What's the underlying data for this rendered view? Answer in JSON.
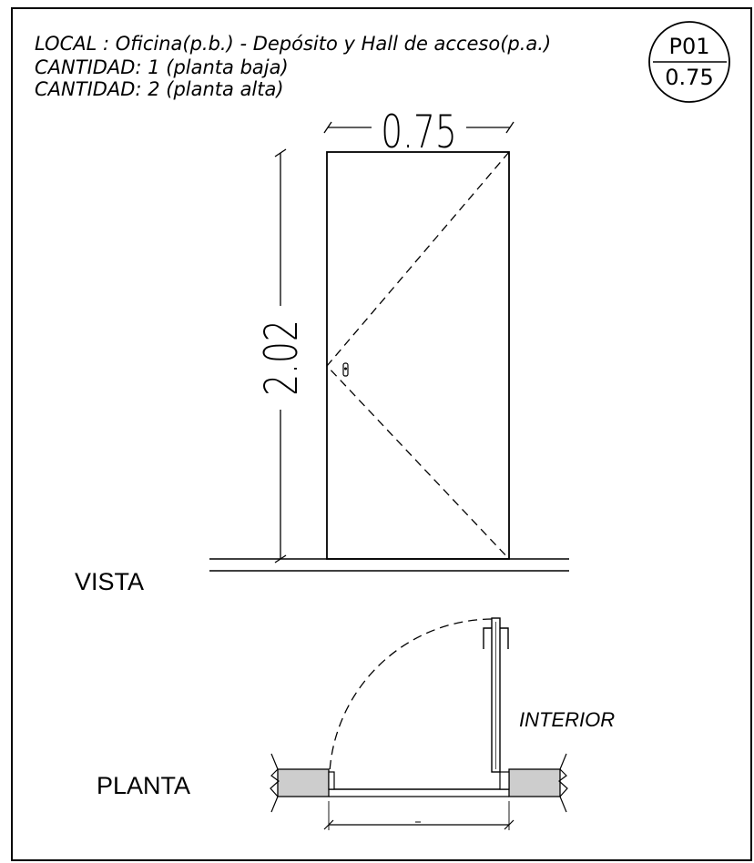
{
  "header": {
    "local": "LOCAL : Oficina(p.b.) - Depósito y Hall de acceso(p.a.)",
    "cantidad_baja": "CANTIDAD: 1 (planta baja)",
    "cantidad_alta": "CANTIDAD: 2 (planta alta)"
  },
  "tag": {
    "code": "P01",
    "width": "0.75"
  },
  "dimensions": {
    "width": "0.75",
    "height": "2.02"
  },
  "labels": {
    "vista": "VISTA",
    "planta": "PLANTA",
    "interior": "INTERIOR"
  }
}
